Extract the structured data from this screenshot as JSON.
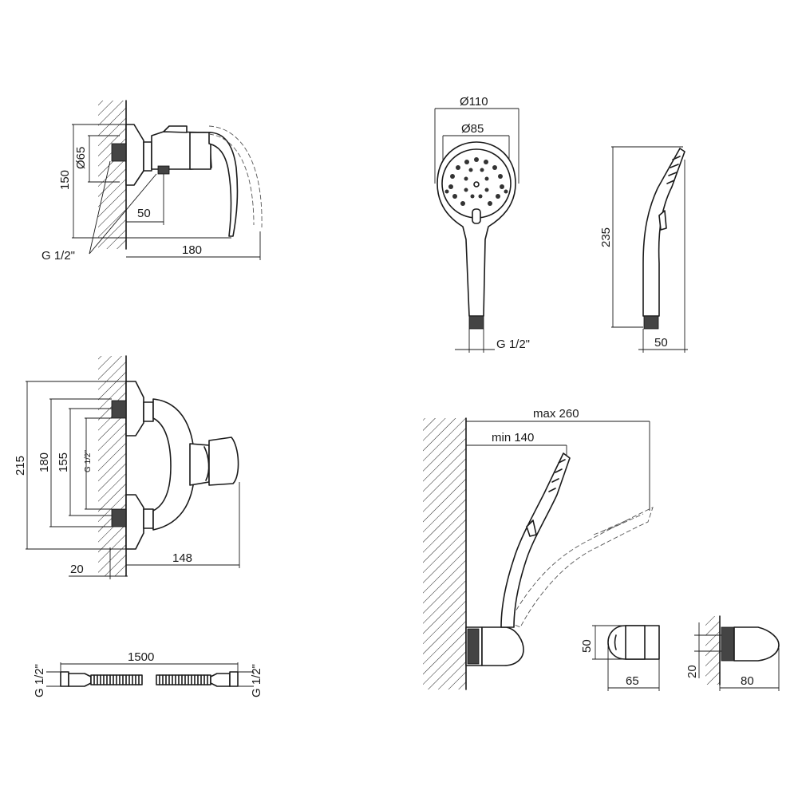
{
  "views": {
    "mixer_side": {
      "dim_diameter": "Ø65",
      "dim_height": "150",
      "dim_offset": "50",
      "dim_length": "180",
      "thread_label": "G 1/2\""
    },
    "shower_head_front": {
      "dim_outer_diameter": "Ø110",
      "dim_inner_diameter": "Ø85",
      "thread_label": "G 1/2\""
    },
    "shower_head_side": {
      "dim_length": "235",
      "dim_width": "50"
    },
    "mixer_front": {
      "dim_total": "215",
      "dim_mid": "180",
      "dim_inner": "155",
      "thread_label": "G 1/2\"",
      "dim_wall": "20",
      "dim_depth": "148"
    },
    "holder_setup": {
      "dim_max": "max 260",
      "dim_min": "min 140"
    },
    "holder_front": {
      "dim_height": "50",
      "dim_width": "65"
    },
    "holder_side": {
      "dim_offset": "20",
      "dim_depth": "80"
    },
    "hose": {
      "dim_length": "1500",
      "thread_left": "G 1/2\"",
      "thread_right": "G 1/2\""
    }
  }
}
